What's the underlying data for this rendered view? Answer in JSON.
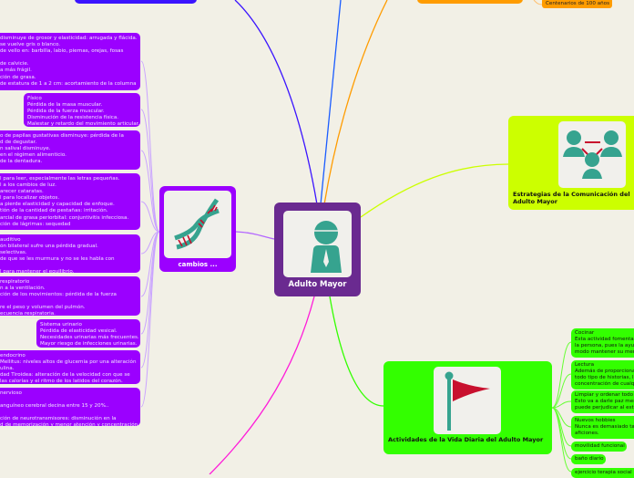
{
  "central": {
    "title": "Adulto Mayor",
    "icon": "person-icon"
  },
  "cambios": {
    "title": "cambios ...",
    "icon": "dna-icon",
    "items": [
      {
        "lines": [
          "disminuye de grosor y elasticidad: arrugada y flácida.",
          "se vuelve gris o blanco.",
          "de vello en: barbilla, labio, piernas, orejas, fosas",
          "",
          "de calvicie.",
          "a más frágil.",
          "ción de grasa.",
          "de estatura de 1 a 2 cm: acortamiento de la columna"
        ]
      },
      {
        "lines": [
          "Físico",
          "Pérdida de la masa muscular.",
          "Pérdida de la fuerza muscular.",
          "Disminución de la resistencia física.",
          "Malestar y retardo del movimiento articular."
        ]
      },
      {
        "lines": [
          "o de papilas gustativas disminuye: pérdida de la",
          "d de degustar.",
          "n salival disminuye.",
          "en el régimen alimenticio.",
          "de la dentadura."
        ]
      },
      {
        "lines": [
          "l para leer, especialmente las letras pequeñas.",
          "l a los cambios de luz.",
          "arecer cataratas.",
          "l para localizar objetos.",
          "a pierde elasticidad y capacidad de enfoque.",
          "tión de la cantidad de pestañas: irritación.",
          "arcial de grasa periorbital: conjuntivitis infecciosa.",
          "ción de lágrimas: sequedad"
        ]
      },
      {
        "lines": [
          "auditivo",
          "ón bilateral sufre una pérdida gradual.",
          "selectivas.",
          "de que se les murmura y no se les habla con",
          "",
          "l para mantener el equilibrio."
        ]
      },
      {
        "lines": [
          "respiratorio",
          "n a la ventilación.",
          "ción de los movimientos: pérdida de la fuerza",
          "",
          "re el peso y volumen del pulmón.",
          "ecuencia respiratoria."
        ]
      },
      {
        "lines": [
          "Sistema urinario",
          "Pérdida de elasticidad vesical.",
          "Necesidades urinarias más frecuentes.",
          "Mayor riesgo de infecciones urinarias."
        ]
      },
      {
        "lines": [
          "endocrino",
          "Mellitus: niveles altos de glucemia por una alteración",
          "ulina.",
          "dad Tiroidea: alteración de la velocidad con que se",
          "las calorías y el ritmo de los latidos del corazón."
        ]
      },
      {
        "lines": [
          "nervioso",
          "",
          "anguíneo cerebral decina entre 15 y 20%..",
          "",
          "ción de neurotransmisores: disminución en la",
          "d de memorización y menor atención y concentración."
        ]
      }
    ]
  },
  "estrategias": {
    "title": "Estrategias de la Comunicación del Adulto Mayor",
    "icon": "people-network-icon"
  },
  "actividades": {
    "title": "Actividades de la Vida Diaria del Adulto Mayor",
    "icon": "flag-icon",
    "items": [
      {
        "lines": [
          "Cocinar",
          "Esta actividad fomenta",
          "la persona, pues la ayu",
          "modo mantener su men"
        ]
      },
      {
        "lines": [
          "Lectura",
          "Además de proporciona",
          "todo tipo de historias, l",
          "concentración de cualqu"
        ]
      },
      {
        "lines": [
          "Limpiar y ordenar todo",
          "Esto va a darle paz men",
          "puede perjudicar al esta"
        ]
      },
      {
        "lines": [
          "Nuevos hobbies",
          "Nunca es demasiado ta",
          "aficiones."
        ]
      },
      {
        "lines": [
          "movilidad funcional"
        ]
      },
      {
        "lines": [
          "baño diario"
        ]
      },
      {
        "lines": [
          "ejercicio terapia social"
        ]
      }
    ]
  },
  "orange": {
    "sub": "Centenarios de 100 años"
  },
  "colors": {
    "central": "#6a2a90",
    "cambios": "#9b00ff",
    "actividades": "#33ff00",
    "estrategias": "#ccff00",
    "orange": "#ff9c00",
    "blue": "#3b14ff",
    "magenta": "#ff1ad9",
    "icon_teal": "#36a38f",
    "icon_red": "#c8102e"
  }
}
